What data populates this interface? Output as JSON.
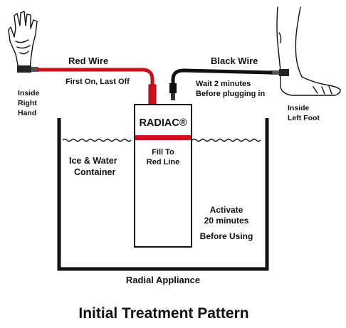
{
  "labels": {
    "red_wire": "Red Wire",
    "black_wire": "Black Wire",
    "first_on": "First On, Last Off",
    "wait_line1": "Wait 2 minutes",
    "wait_line2": "Before plugging in",
    "hand_line1": "Inside",
    "hand_line2": "Right",
    "hand_line3": "Hand",
    "foot_line1": "Inside",
    "foot_line2": "Left Foot",
    "device_name": "RADIAC®",
    "fill_line1": "Fill To",
    "fill_line2": "Red Line",
    "container_line1": "Ice & Water",
    "container_line2": "Container",
    "activate_line1": "Activate",
    "activate_line2": "20 minutes",
    "activate_line3": "Before Using",
    "appliance": "Radial Appliance",
    "title": "Initial Treatment Pattern"
  },
  "colors": {
    "red_wire": "#c8101a",
    "black_wire": "#111111",
    "red_line": "#d2101a",
    "outline": "#111111"
  },
  "icons": [
    "hand-icon",
    "foot-icon"
  ]
}
